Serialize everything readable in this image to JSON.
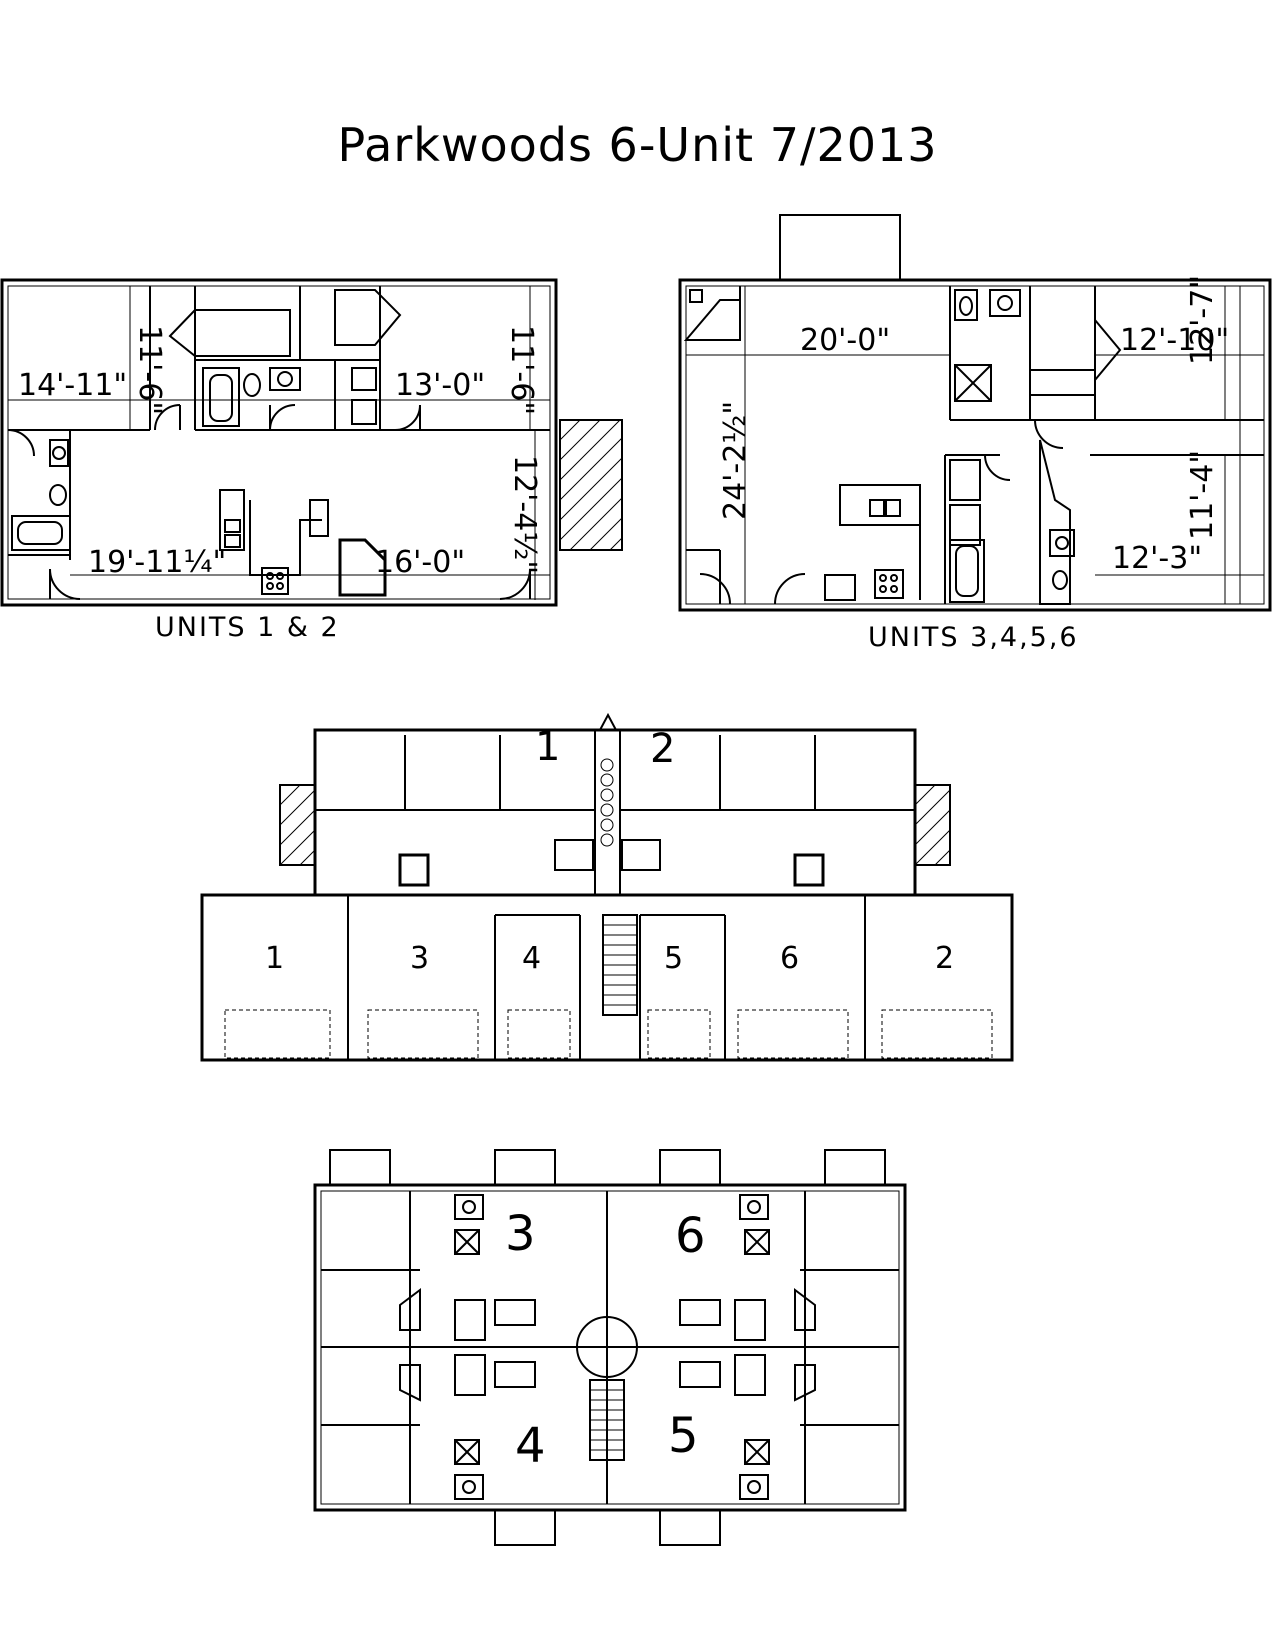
{
  "title": "Parkwoods 6-Unit 7/2013",
  "plan_a": {
    "caption": "UNITS 1 & 2",
    "dims": [
      "11'-6\"",
      "14'-11\"",
      "13'-0\"",
      "11'-6\"",
      "12'-4½\"",
      "19'-11¼\"",
      "16'-0\""
    ]
  },
  "plan_b": {
    "caption": "UNITS 3,4,5,6",
    "dims": [
      "20'-0\"",
      "12'-10\"",
      "12'-7\"",
      "24'-2½\"",
      "11'-4\"",
      "12'-3\""
    ]
  },
  "first_floor": {
    "units": [
      "1",
      "2"
    ],
    "garages": [
      "1",
      "3",
      "4",
      "5",
      "6",
      "2"
    ]
  },
  "second_floor": {
    "units": [
      "3",
      "6",
      "4",
      "5"
    ]
  }
}
